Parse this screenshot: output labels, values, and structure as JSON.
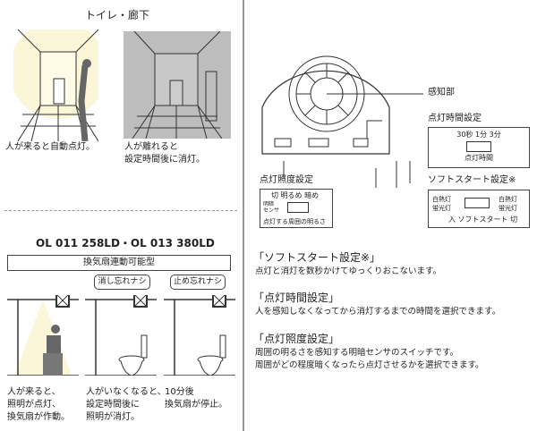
{
  "left_top": {
    "title": "トイレ・廊下",
    "caption_on": "人が来ると自動点灯。",
    "caption_off": [
      "人が離れると",
      "設定時間後に消灯。"
    ]
  },
  "left_bottom": {
    "models": "OL 011 258LD・OL 013 380LD",
    "type_label": "換気扇連動可能型",
    "badges": [
      "消し忘れナシ",
      "止め忘れナシ"
    ],
    "captions": [
      [
        "人が来ると、",
        "照明が点灯、",
        "換気扇が作動。"
      ],
      [
        "人がいなくなると、",
        "設定時間後に",
        "照明が消灯。"
      ],
      [
        "10分後",
        "換気扇が停止。"
      ]
    ]
  },
  "device": {
    "sensor_label": "感知部",
    "time_setting": {
      "title": "点灯時間設定",
      "options": "30秒 1分 3分",
      "label": "点灯時間"
    },
    "lux_setting": {
      "title": "点灯照度設定",
      "options": "切 明るめ 暗め",
      "sensor": [
        "明暗",
        "センサ"
      ],
      "label": "点灯する周囲の明るさ"
    },
    "soft_setting": {
      "title": "ソフトスタート設定※",
      "left": [
        "白熱灯",
        "蛍光灯"
      ],
      "right": [
        "白熱灯",
        "蛍光灯"
      ],
      "label": "入 ソフトスタート 切"
    }
  },
  "notes": [
    {
      "title": "「ソフトスタート設定※」",
      "lines": [
        "点灯と消灯を数秒かけてゆっくりおこないます。"
      ]
    },
    {
      "title": "「点灯時間設定」",
      "lines": [
        "人を感知しなくなってから消灯するまでの時間を選択できます。"
      ]
    },
    {
      "title": "「点灯照度設定」",
      "lines": [
        "周囲の明るさを感知する明暗センサのスイッチです。",
        "周囲がどの程度暗くなったら点灯させるかを選択できます。"
      ]
    }
  ]
}
